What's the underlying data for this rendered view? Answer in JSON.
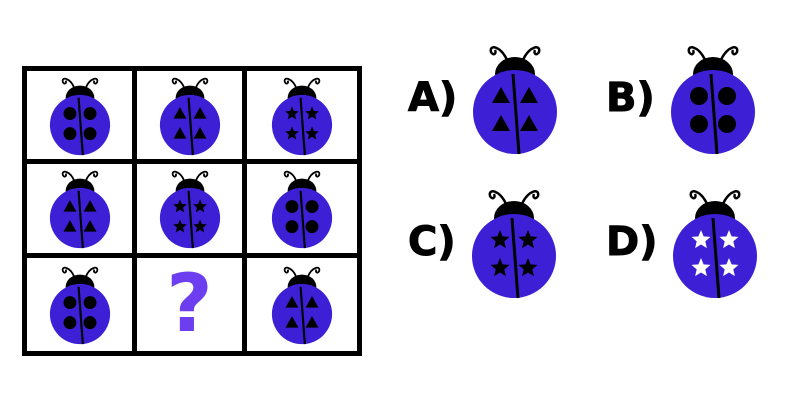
{
  "colors": {
    "body": "#3d1fd6",
    "outline": "#000000",
    "spot": "#000000",
    "star_white": "#ffffff",
    "question": "#6c3ef0"
  },
  "grid": {
    "cells": [
      {
        "spots": "circle"
      },
      {
        "spots": "triangle"
      },
      {
        "spots": "star"
      },
      {
        "spots": "triangle"
      },
      {
        "spots": "star"
      },
      {
        "spots": "circle"
      },
      {
        "spots": "circle"
      },
      {
        "question": "?"
      },
      {
        "spots": "triangle"
      }
    ]
  },
  "options": [
    {
      "label": "A)",
      "spots": "triangle"
    },
    {
      "label": "B)",
      "spots": "circle"
    },
    {
      "label": "C)",
      "spots": "star"
    },
    {
      "label": "D)",
      "spots": "star-white"
    }
  ]
}
